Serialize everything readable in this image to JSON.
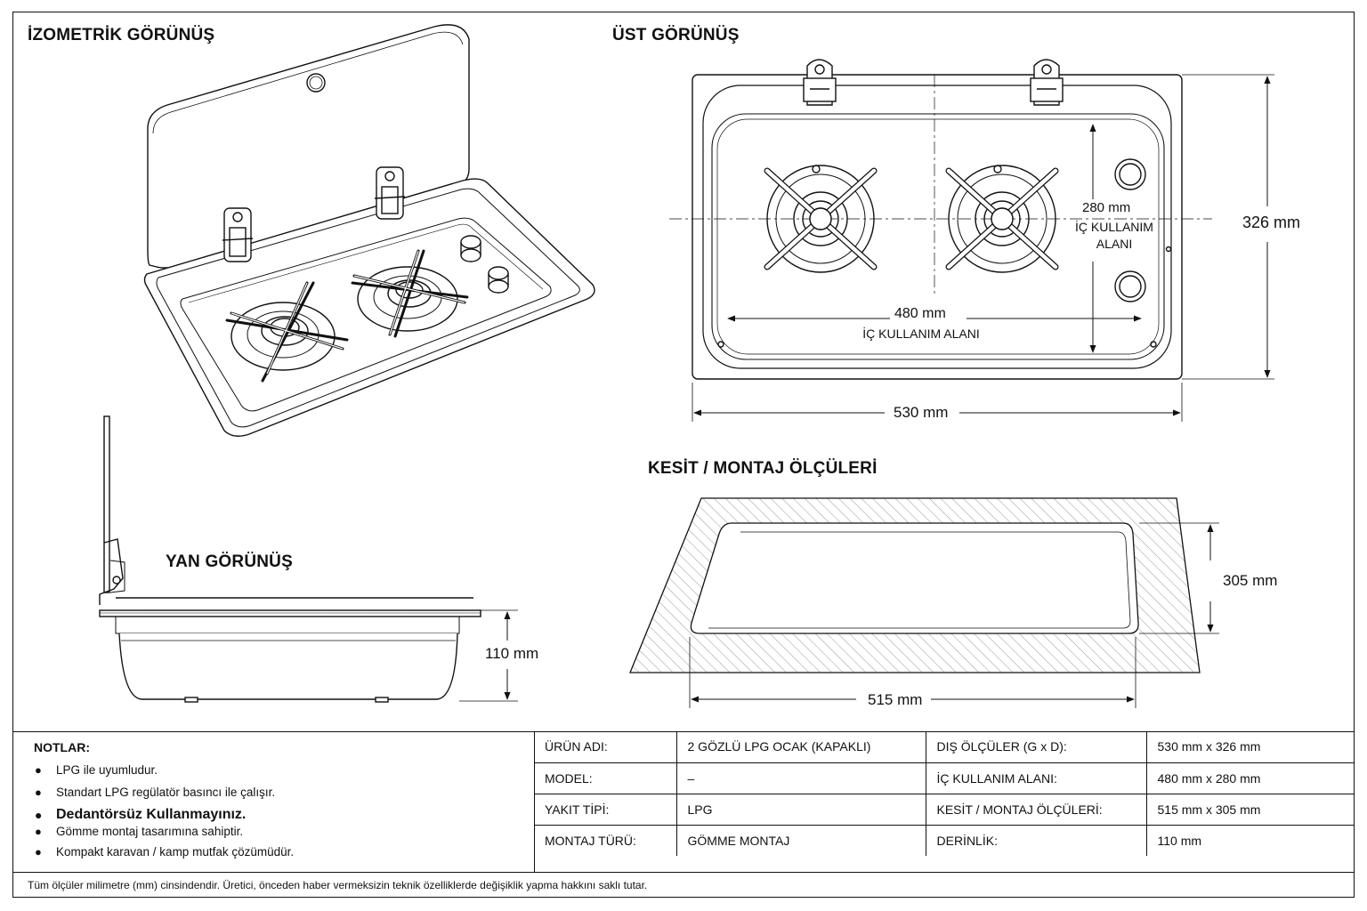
{
  "titles": {
    "isometric": "İZOMETRİK GÖRÜNÜŞ",
    "top": "ÜST GÖRÜNÜŞ",
    "side": "YAN GÖRÜNÜŞ",
    "section": "KESİT / MONTAJ ÖLÇÜLERİ"
  },
  "dimensions": {
    "inner_height": "280 mm",
    "inner_height_label": "İÇ KULLANIM ALANI",
    "inner_width": "480 mm",
    "inner_width_label": "İÇ KULLANIM ALANI",
    "outer_height": "326 mm",
    "outer_width": "530 mm",
    "depth": "110 mm",
    "cutout_height": "305 mm",
    "cutout_width": "515 mm"
  },
  "notes": {
    "title": "NOTLAR:",
    "items": [
      "LPG ile uyumludur.",
      "Standart LPG regülatör basıncı ile çalışır.",
      "Dedantörsüz Kullanmayınız.",
      "Gömme montaj tasarımına sahiptir.",
      "Kompakt karavan / kamp mutfak çözümüdür."
    ]
  },
  "specs": [
    [
      "ÜRÜN ADI:",
      "2 GÖZLÜ LPG OCAK (KAPAKLI)",
      "DIŞ ÖLÇÜLER (G x D):",
      "530 mm x 326 mm"
    ],
    [
      "MODEL:",
      "–",
      "İÇ KULLANIM ALANI:",
      "480 mm x 280 mm"
    ],
    [
      "YAKIT TİPİ:",
      "LPG",
      "KESİT / MONTAJ ÖLÇÜLERİ:",
      "515 mm x 305 mm"
    ],
    [
      "MONTAJ TÜRÜ:",
      "GÖMME MONTAJ",
      "DERİNLİK:",
      "110 mm"
    ]
  ],
  "footer": "Tüm ölçüler milimetre (mm) cinsindendir. Üretici, önceden haber vermeksizin teknik özelliklerde değişiklik yapma hakkını saklı tutar."
}
